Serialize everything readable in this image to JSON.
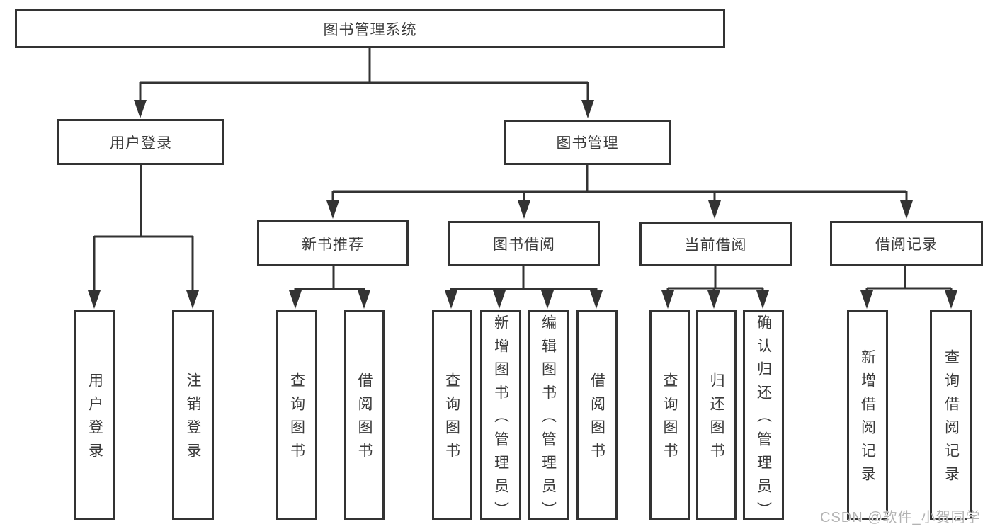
{
  "diagram": {
    "root_label": "图书管理系统",
    "branches": [
      {
        "label": "用户登录",
        "children": [
          {
            "label": "用户登录"
          },
          {
            "label": "注销登录"
          }
        ]
      },
      {
        "label": "图书管理",
        "children": [
          {
            "label": "新书推荐",
            "children": [
              {
                "label": "查询图书"
              },
              {
                "label": "借阅图书"
              }
            ]
          },
          {
            "label": "图书借阅",
            "children": [
              {
                "label": "查询图书"
              },
              {
                "label": "新增图书（管理员）"
              },
              {
                "label": "编辑图书（管理员）"
              },
              {
                "label": "借阅图书"
              }
            ]
          },
          {
            "label": "当前借阅",
            "children": [
              {
                "label": "查询图书"
              },
              {
                "label": "归还图书"
              },
              {
                "label": "确认归还（管理员）"
              }
            ]
          },
          {
            "label": "借阅记录",
            "children": [
              {
                "label": "新增借阅记录"
              },
              {
                "label": "查询借阅记录"
              }
            ]
          }
        ]
      }
    ]
  },
  "watermark": {
    "text": "CSDN @软件_小贺同学"
  },
  "colors": {
    "line": "#333333",
    "box_border": "#333333",
    "text": "#3a3a3a",
    "watermark": "#b3b3b3",
    "background": "#ffffff"
  }
}
